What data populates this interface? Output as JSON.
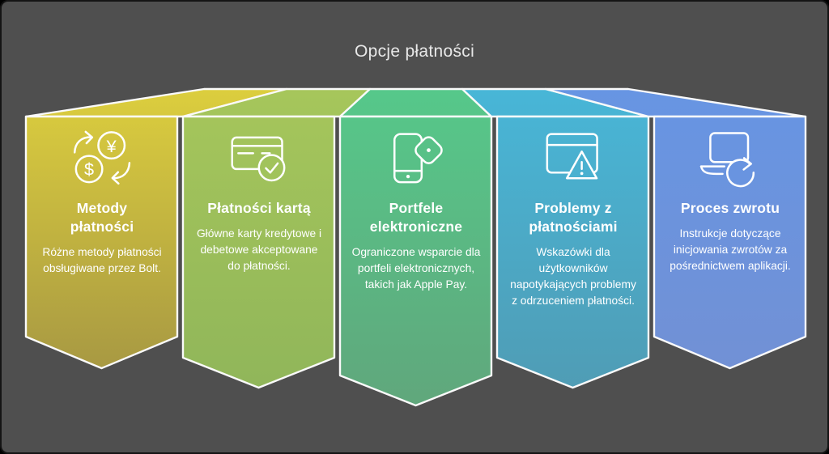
{
  "title": "Opcje płatności",
  "canvas": {
    "background_color": "#4f4f4f",
    "stroke_color": "#fafafa",
    "text_color": "#ffffff",
    "title_color": "#e8e8e8"
  },
  "cards": [
    {
      "heading": "Metody\npłatności",
      "description": "Różne metody płatności obsługiwane przez Bolt.",
      "icon": "currency-exchange-icon",
      "symbols": {
        "dollar": "$",
        "yen": "¥"
      },
      "color_top": "#dcce3e",
      "color_bottom": "#a19243"
    },
    {
      "heading": "Płatności kartą",
      "description": "Główne karty kredytowe i debetowe akceptowane do płatności.",
      "icon": "card-check-icon",
      "color_top": "#a6c65b",
      "color_bottom": "#8fb55a"
    },
    {
      "heading": "Portfele\nelektroniczne",
      "description": "Ograniczone wsparcie dla portfeli elektronicznych, takich jak Apple Pay.",
      "icon": "mobile-wallet-icon",
      "color_top": "#56c88a",
      "color_bottom": "#60a77c"
    },
    {
      "heading": "Problemy z\npłatnościami",
      "description": "Wskazówki dla użytkowników napotykających problemy z odrzuceniem płatności.",
      "icon": "payment-warning-icon",
      "color_top": "#48b6d7",
      "color_bottom": "#509bb3"
    },
    {
      "heading": "Proces zwrotu",
      "description": "Instrukcje dotyczące inicjowania zwrotów za pośrednictwem aplikacji.",
      "icon": "laptop-refresh-icon",
      "color_top": "#6795e3",
      "color_bottom": "#7390d3"
    }
  ]
}
